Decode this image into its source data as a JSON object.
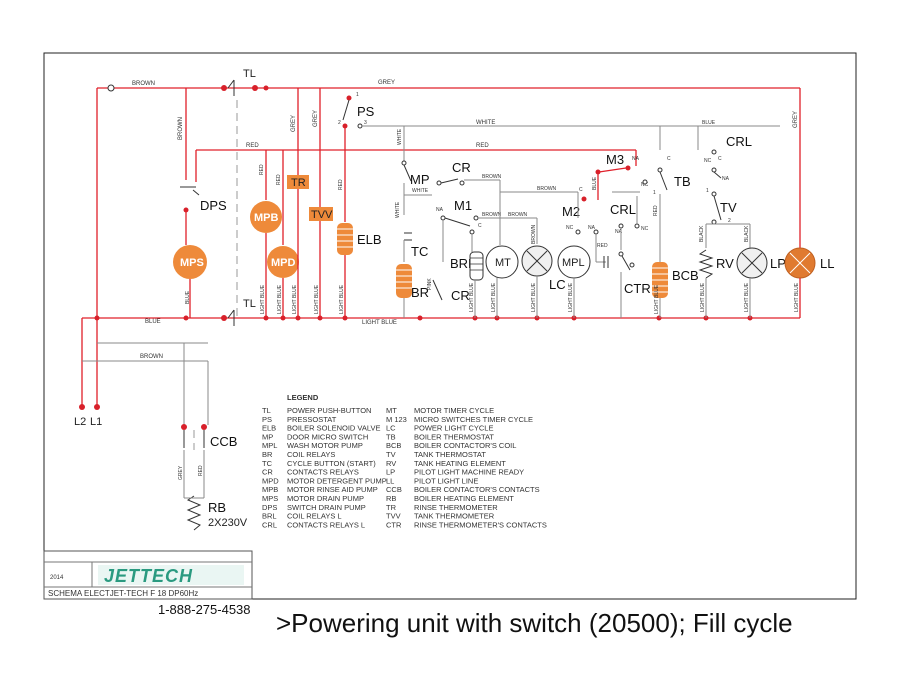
{
  "title_block": {
    "year": "2014",
    "logo_text": "JETTECH",
    "schema": "SCHEMA ELECTJET-TECH F 18 DP60Hz"
  },
  "phone": "1-888-275-4538",
  "caption": ">Powering unit with switch (20500); Fill cycle",
  "wire_labels": {
    "brown": "BROWN",
    "grey": "GREY",
    "red": "RED",
    "white": "WHITE",
    "blue": "BLUE",
    "light_blue": "LIGHT BLUE",
    "pink": "PINK",
    "black": "BLACK",
    "nc": "NC",
    "na": "NA",
    "c": "C",
    "one": "1",
    "two": "2",
    "three": "3"
  },
  "components": {
    "TL": "TL",
    "PS": "PS",
    "DPS": "DPS",
    "MPS": "MPS",
    "MPB": "MPB",
    "MPD": "MPD",
    "TR": "TR",
    "TVV": "TVV",
    "ELB": "ELB",
    "MP": "MP",
    "CR": "CR",
    "M1": "M1",
    "M2": "M2",
    "M3": "M3",
    "TC": "TC",
    "BRL": "BRL",
    "BR": "BR",
    "MT": "MT",
    "LC": "LC",
    "MPL": "MPL",
    "CRL": "CRL",
    "CTR": "CTR",
    "BCB": "BCB",
    "TB": "TB",
    "TV": "TV",
    "RV": "RV",
    "LP": "LP",
    "LL": "LL",
    "L1": "L1",
    "L2": "L2",
    "CCB": "CCB",
    "RB": "RB",
    "RB_spec": "2X230V"
  },
  "legend": {
    "title": "LEGEND",
    "left": [
      {
        "code": "TL",
        "desc": "POWER PUSH-BUTTON"
      },
      {
        "code": "PS",
        "desc": "PRESSOSTAT"
      },
      {
        "code": "ELB",
        "desc": "BOILER SOLENOID VALVE"
      },
      {
        "code": "MP",
        "desc": "DOOR MICRO SWITCH"
      },
      {
        "code": "MPL",
        "desc": "WASH MOTOR PUMP"
      },
      {
        "code": "BR",
        "desc": "COIL RELAYS"
      },
      {
        "code": "TC",
        "desc": "CYCLE BUTTON (START)"
      },
      {
        "code": "CR",
        "desc": "CONTACTS RELAYS"
      },
      {
        "code": "MPD",
        "desc": "MOTOR DETERGENT PUMP"
      },
      {
        "code": "MPB",
        "desc": "MOTOR RINSE AID PUMP"
      },
      {
        "code": "MPS",
        "desc": "MOTOR DRAIN PUMP"
      },
      {
        "code": "DPS",
        "desc": "SWITCH DRAIN PUMP"
      },
      {
        "code": "BRL",
        "desc": "COIL RELAYS L"
      },
      {
        "code": "CRL",
        "desc": "CONTACTS RELAYS L"
      }
    ],
    "right": [
      {
        "code": "MT",
        "desc": "MOTOR TIMER CYCLE"
      },
      {
        "code": "M 123",
        "desc": "MICRO SWITCHES TIMER CYCLE"
      },
      {
        "code": "LC",
        "desc": "POWER LIGHT CYCLE"
      },
      {
        "code": "TB",
        "desc": "BOILER THERMOSTAT"
      },
      {
        "code": "BCB",
        "desc": "BOILER CONTACTOR'S COIL"
      },
      {
        "code": "TV",
        "desc": "TANK THERMOSTAT"
      },
      {
        "code": "RV",
        "desc": "TANK HEATING ELEMENT"
      },
      {
        "code": "LP",
        "desc": "PILOT LIGHT MACHINE READY"
      },
      {
        "code": "LL",
        "desc": "PILOT LIGHT LINE"
      },
      {
        "code": "CCB",
        "desc": "BOILER CONTACTOR'S CONTACTS"
      },
      {
        "code": "RB",
        "desc": "BOILER HEATING ELEMENT"
      },
      {
        "code": "TR",
        "desc": "RINSE THERMOMETER"
      },
      {
        "code": "TVV",
        "desc": "TANK THERMOMETER"
      },
      {
        "code": "CTR",
        "desc": "RINSE THERMOMETER'S CONTACTS"
      }
    ]
  },
  "colors": {
    "energized": "#e0202a",
    "wire": "#8a8a8a",
    "node": "#d8202a",
    "component_fill": "#ee8a3a",
    "lamp_on": "#e07a30"
  }
}
